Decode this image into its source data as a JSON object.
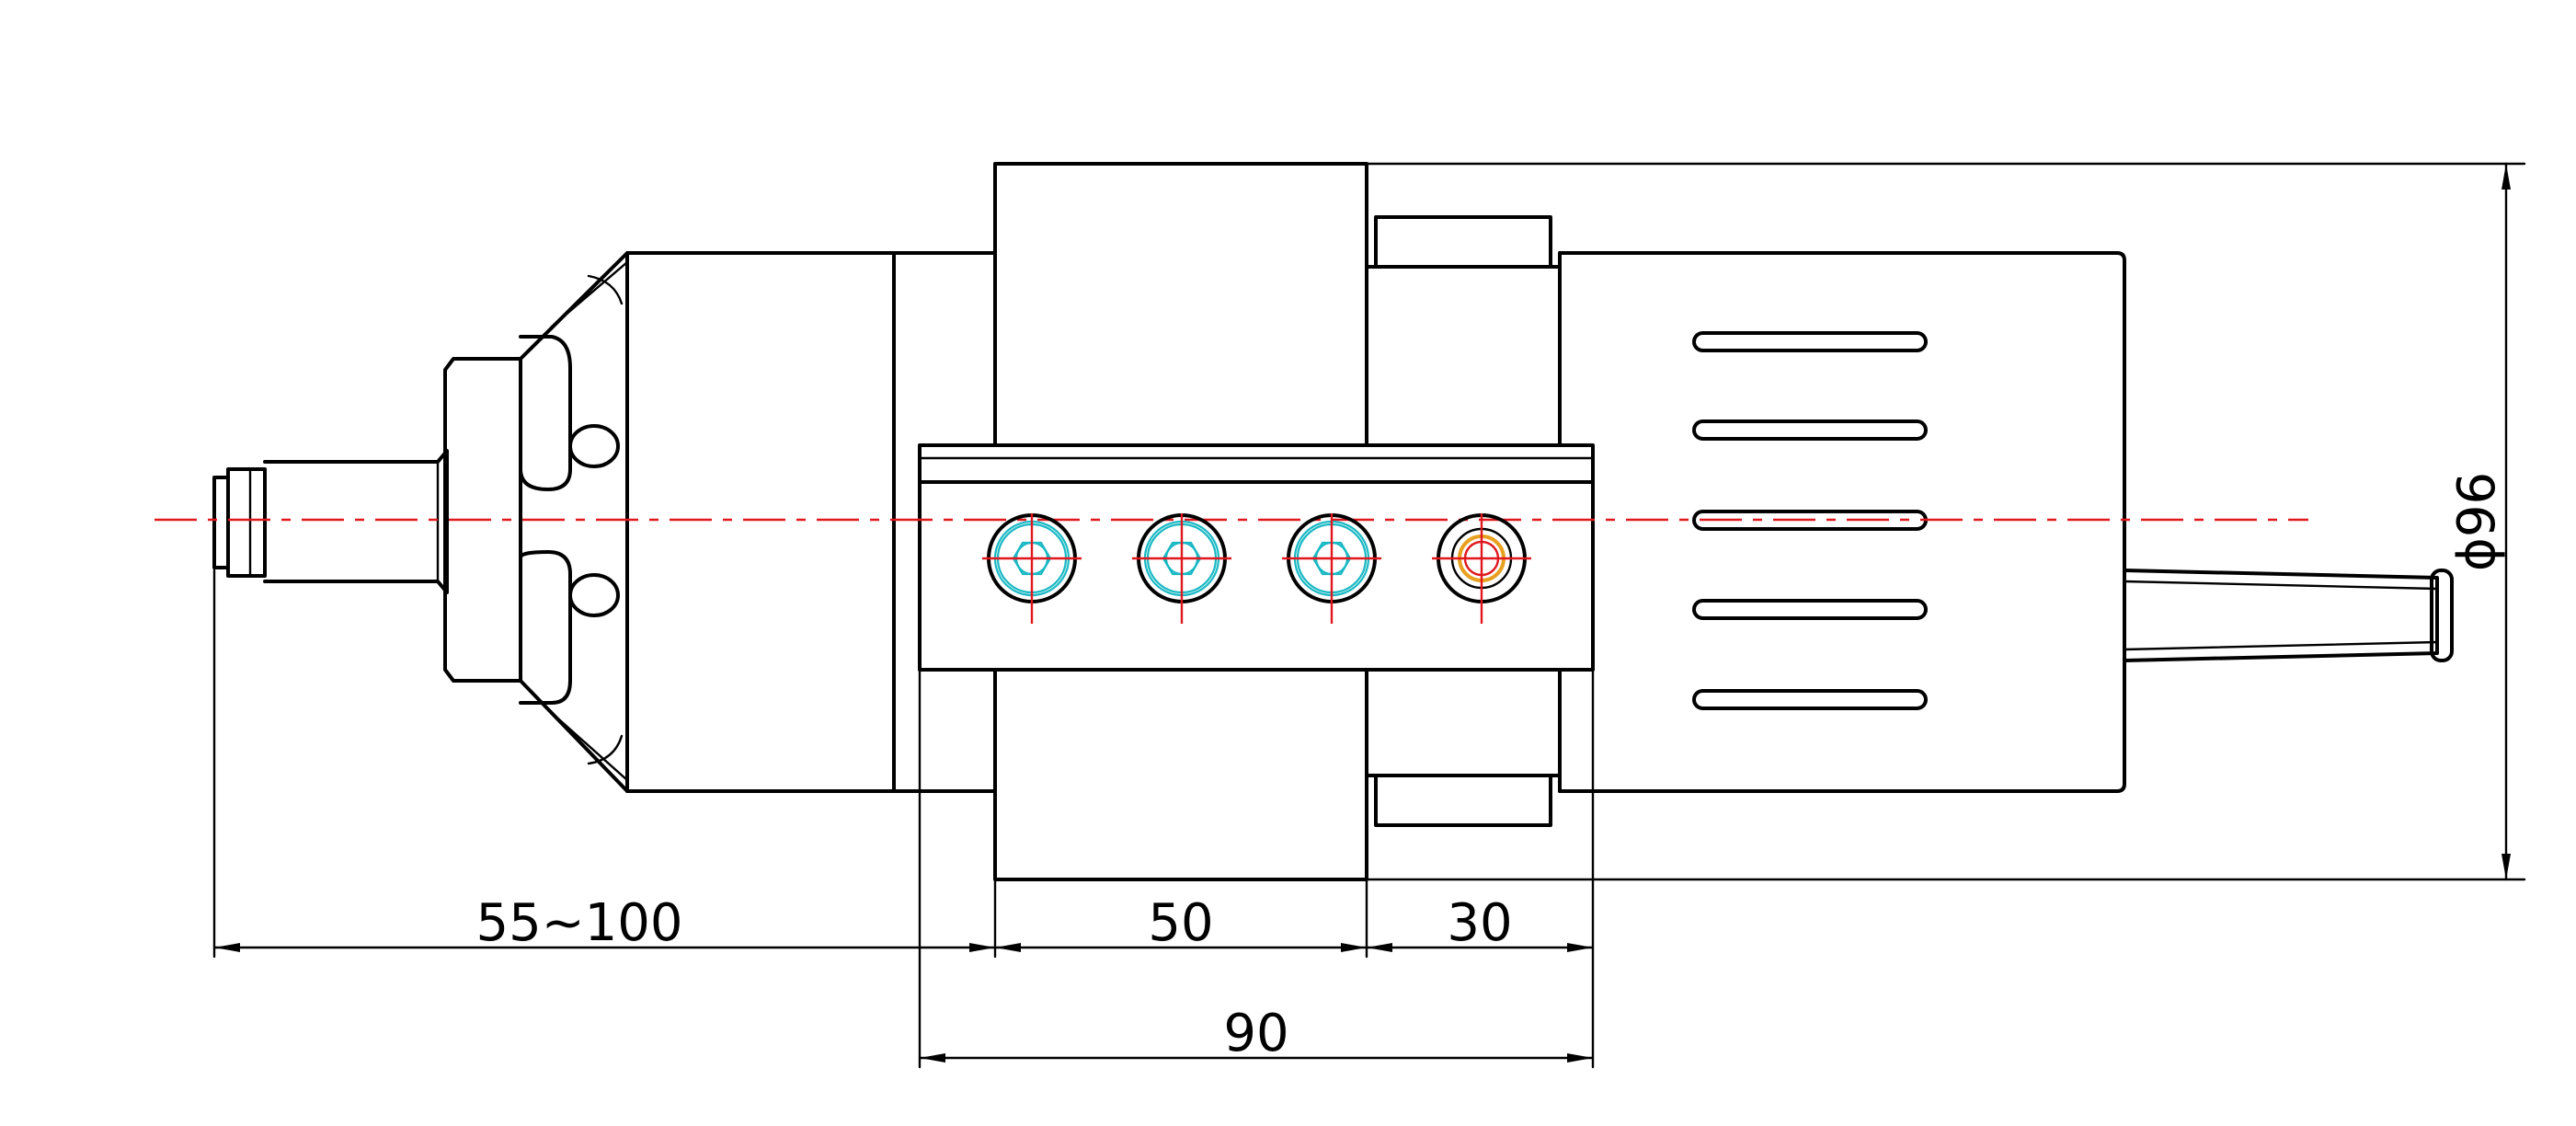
{
  "dimensions": {
    "left_length": "55~100",
    "middle_width": "50",
    "right_width": "30",
    "total_width": "90",
    "diameter": "ϕ96"
  },
  "colors": {
    "outline": "#000000",
    "centerline": "#e0181e",
    "hex_socket": "#19b8c4",
    "port_inner": "#e8a020"
  },
  "ports": [
    "hex-socket-screw",
    "hex-socket-screw",
    "hex-socket-screw",
    "fluid-port"
  ],
  "fins": 5
}
